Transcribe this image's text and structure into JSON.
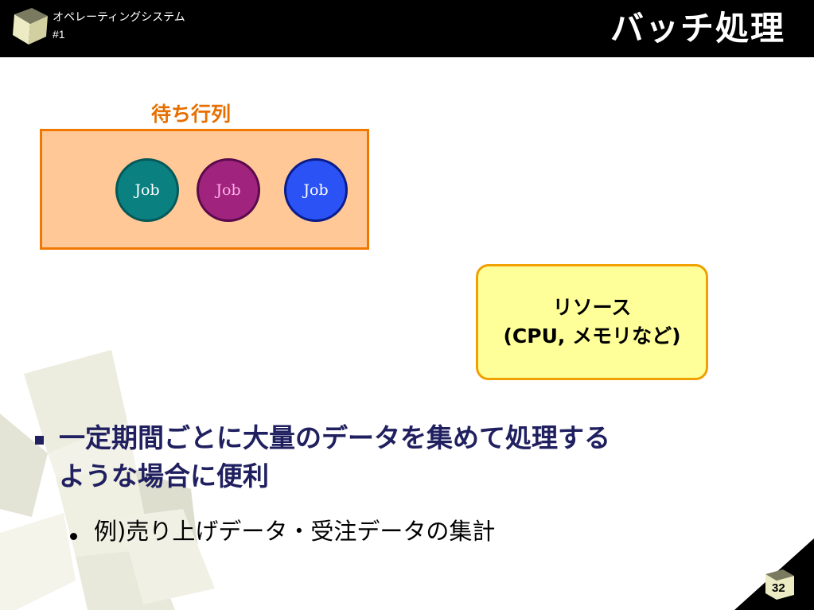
{
  "header": {
    "course_title": "オペレーティングシステム",
    "course_number": "#1",
    "slide_title": "バッチ処理"
  },
  "diagram": {
    "queue_label": "待ち行列",
    "jobs": [
      {
        "label": "Job",
        "color": "#0b8080"
      },
      {
        "label": "Job",
        "color": "#a0237d"
      },
      {
        "label": "Job",
        "color": "#2a52f5"
      }
    ],
    "resource_line1": "リソース",
    "resource_line2": "(CPU, メモリなど)"
  },
  "content": {
    "bullet1": "一定期間ごとに大量のデータを集めて処理するような場合に便利",
    "bullet2": "例)売り上げデータ・受注データの集計"
  },
  "footer": {
    "page_number": "32"
  },
  "colors": {
    "header_bg": "#000000",
    "queue_fill": "#ffc896",
    "queue_border": "#f07800",
    "queue_label": "#e66f00",
    "resource_fill": "#ffff9a",
    "resource_border": "#f0a000",
    "bullet_text": "#202060"
  }
}
